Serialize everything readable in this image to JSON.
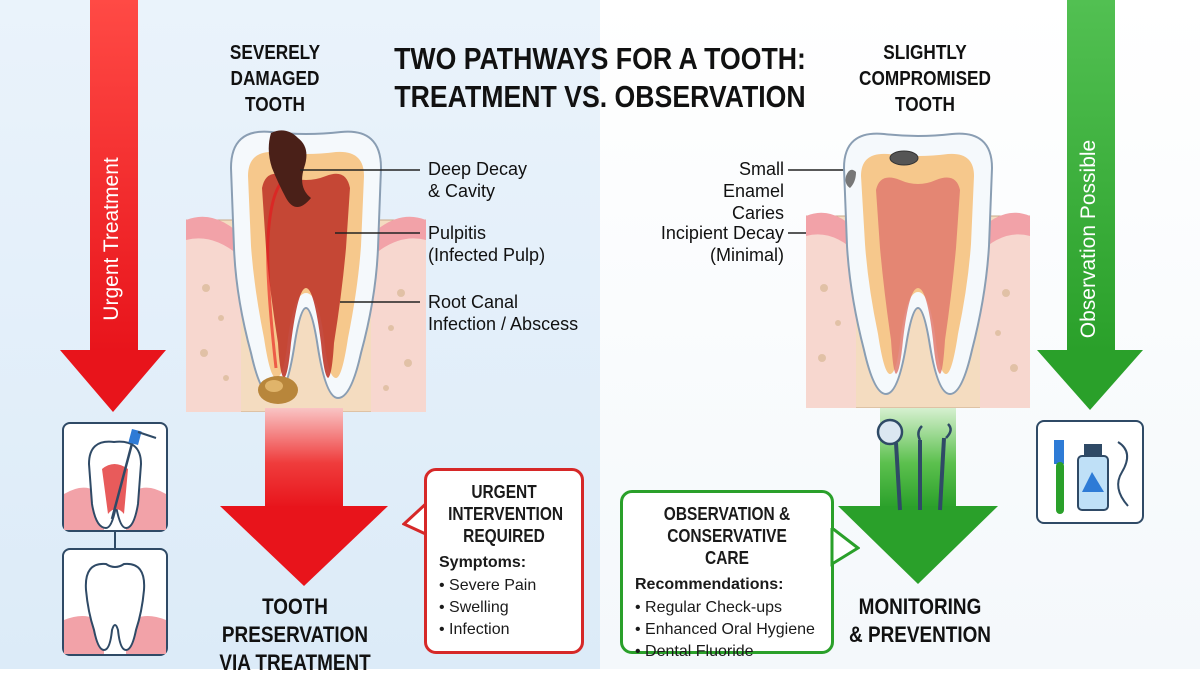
{
  "title": [
    "TWO PATHWAYS FOR A TOOTH:",
    "TREATMENT VS. OBSERVATION"
  ],
  "left": {
    "heading": [
      "SEVERELY",
      "DAMAGED",
      "TOOTH"
    ],
    "arrow_label": "Urgent Treatment",
    "labels": [
      [
        "Deep Decay",
        "& Cavity"
      ],
      [
        "Pulpitis",
        "(Infected Pulp)"
      ],
      [
        "Root Canal",
        "Infection / Abscess"
      ]
    ],
    "outcome": [
      "TOOTH PRESERVATION",
      "VIA TREATMENT"
    ],
    "box": {
      "heading": [
        "URGENT",
        "INTERVENTION",
        "REQUIRED"
      ],
      "subheading": "Symptoms:",
      "items": [
        "Severe Pain",
        "Swelling",
        "Infection"
      ]
    }
  },
  "right": {
    "heading": [
      "SLIGHTLY",
      "COMPROMISED",
      "TOOTH"
    ],
    "arrow_label": "Observation Possible",
    "labels": [
      [
        "Small Enamel",
        "Caries"
      ],
      [
        "Incipient Decay",
        "(Minimal)"
      ]
    ],
    "outcome": [
      "MONITORING",
      "& PREVENTION"
    ],
    "box": {
      "heading": [
        "OBSERVATION &",
        "CONSERVATIVE CARE"
      ],
      "subheading": "Recommendations:",
      "items": [
        "Regular Check-ups",
        "Enhanced Oral Hygiene",
        "Dental Fluoride"
      ]
    }
  },
  "colors": {
    "urgent_red": "#e8141b",
    "observe_green": "#2aa02a",
    "outline_navy": "#2f4a66",
    "gum_pink": "#f2a2a8",
    "bone_tan": "#f4dcc0"
  },
  "icons": [
    "root-canal-tool-icon",
    "healthy-tooth-icon",
    "dental-mirror-icon",
    "dental-probe-icon",
    "dental-scaler-icon",
    "toothbrush-icon",
    "toothpaste-icon",
    "dental-floss-icon"
  ]
}
